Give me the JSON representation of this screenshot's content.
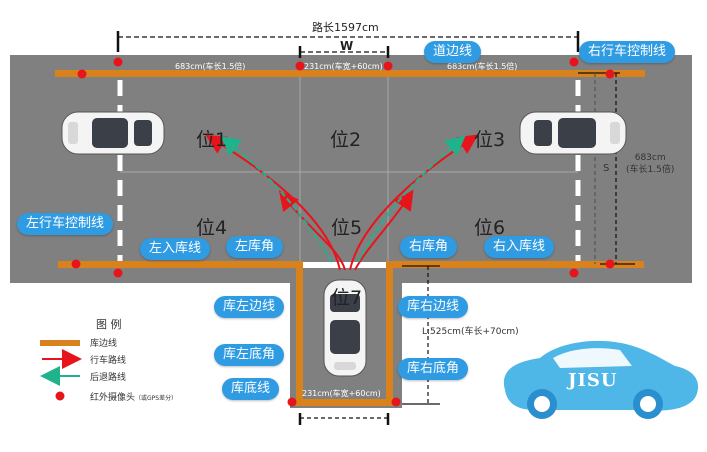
{
  "title": "路长1597cm",
  "width_label": "W",
  "dims": {
    "top_left": "683cm(车长1.5倍)",
    "top_mid": "231cm(车宽+60cm)",
    "top_right": "683cm(车长1.5倍)",
    "right_side": "683cm\n(车长1.5倍)",
    "s_label": "S",
    "garage_length": "L:525cm(车长+70cm)",
    "garage_width": "231cm(车宽+60cm)"
  },
  "positions": [
    "位1",
    "位2",
    "位3",
    "位4",
    "位5",
    "位6",
    "位7"
  ],
  "labels": {
    "road_edge": "道边线",
    "right_control": "右行车控制线",
    "left_control": "左行车控制线",
    "left_entry": "左入库线",
    "left_corner": "左库角",
    "right_corner": "右库角",
    "right_entry": "右入库线",
    "garage_left_edge": "库左边线",
    "garage_right_edge": "库右边线",
    "garage_left_bottom": "库左底角",
    "garage_right_bottom": "库右底角",
    "garage_bottom": "库底线"
  },
  "legend": {
    "title": "图  例",
    "items": [
      {
        "label": "库边线",
        "kind": "orange-bar"
      },
      {
        "label": "行车路线",
        "kind": "red-arrow"
      },
      {
        "label": "后退路线",
        "kind": "green-arrow"
      },
      {
        "label": "红外摄像头",
        "note": "（或GPS差分）",
        "kind": "red-dot"
      }
    ]
  },
  "logo": "JISU",
  "colors": {
    "road": "#7f7f7f",
    "orange": "#d9821c",
    "blue": "#2f9be3",
    "red": "#e8141c",
    "green": "#1fb38c"
  }
}
